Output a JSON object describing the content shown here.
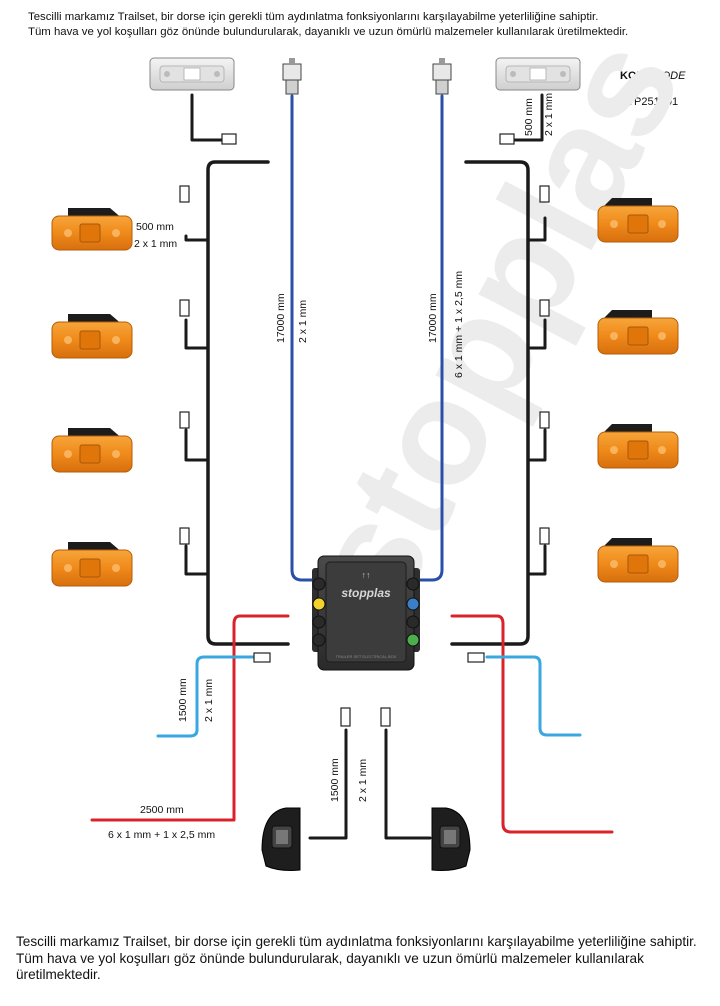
{
  "intro": {
    "line1": "Tescilli markamız Trailset, bir dorse için gerekli tüm aydınlatma fonksiyonlarını karşılayabilme yeterliliğine sahiptir.",
    "line2": "Tüm hava ve yol koşulları göz önünde bulundurularak, dayanıklı ve uzun ömürlü malzemeler kullanılarak üretilmektedir."
  },
  "code": {
    "kod": "KOD",
    "slash": " / ",
    "code_en": "CODE",
    "number": "STP251001"
  },
  "labels": {
    "side_len": "500 mm",
    "side_spec": "2 x 1 mm",
    "plate_len": "500 mm",
    "plate_spec": "2 x 1 mm",
    "left_main_len": "17000 mm",
    "left_main_spec": "2 x 1 mm",
    "right_main_len": "17000 mm",
    "right_main_spec": "6 x 1 mm + 1 x 2,5 mm",
    "blue_len": "1500 mm",
    "blue_spec": "2 x 1 mm",
    "red_len": "2500 mm",
    "red_spec": "6 x 1 mm + 1 x 2,5 mm",
    "bottom_len": "1500 mm",
    "bottom_spec": "2 x 1 mm"
  },
  "junction_box": {
    "brand": "stopplas",
    "arrow": "↑↑",
    "footer": "TRAILER SET ELECTRICAL BOX"
  },
  "watermark": "stopplas",
  "outro": "Tescilli markamız Trailset, bir dorse için gerekli tüm aydınlatma fonksiyonlarını karşılayabilme yeterliliğine sahiptir. Tüm hava ve yol koşulları göz önünde bulundurularak, dayanıklı ve uzun ömürlü malzemeler kullanılarak üretilmektedir.",
  "colors": {
    "black_wire": "#1a1a1a",
    "blue_wire": "#2a4fa8",
    "red_wire": "#d8232a",
    "light_blue_wire": "#3aa8e0",
    "amber": "#f08a1c",
    "watermark": "#e6e6e6"
  }
}
